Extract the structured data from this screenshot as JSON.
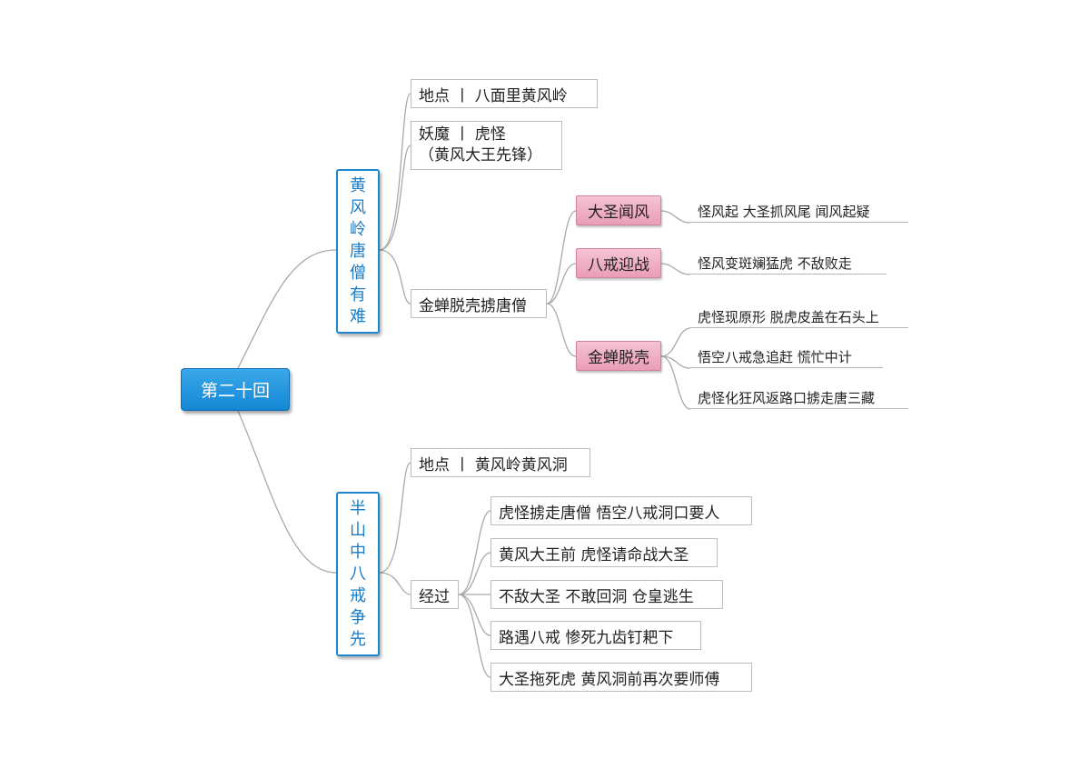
{
  "root": "第二十回",
  "branch1": {
    "title": "黄风岭唐僧有难",
    "location": "地点 丨 八面里黄风岭",
    "demon_line1": "妖魔 丨 虎怪",
    "demon_line2": "（黄风大王先锋）",
    "event": "金蝉脱壳掳唐僧",
    "sub": [
      {
        "label": "大圣闻风",
        "leaves": [
          "怪风起 大圣抓风尾 闻风起疑"
        ]
      },
      {
        "label": "八戒迎战",
        "leaves": [
          "怪风变斑斓猛虎 不敌败走"
        ]
      },
      {
        "label": "金蝉脱壳",
        "leaves": [
          "虎怪现原形 脱虎皮盖在石头上",
          "悟空八戒急追赶 慌忙中计",
          "虎怪化狂风返路口掳走唐三藏"
        ]
      }
    ]
  },
  "branch2": {
    "title": "半山中八戒争先",
    "location": "地点 丨 黄风岭黄风洞",
    "process": "经过",
    "steps": [
      "虎怪掳走唐僧 悟空八戒洞口要人",
      "黄风大王前 虎怪请命战大圣",
      "不敌大圣 不敢回洞 仓皇逃生",
      "路遇八戒 惨死九齿钉耙下",
      "大圣拖死虎 黄风洞前再次要师傅"
    ]
  }
}
